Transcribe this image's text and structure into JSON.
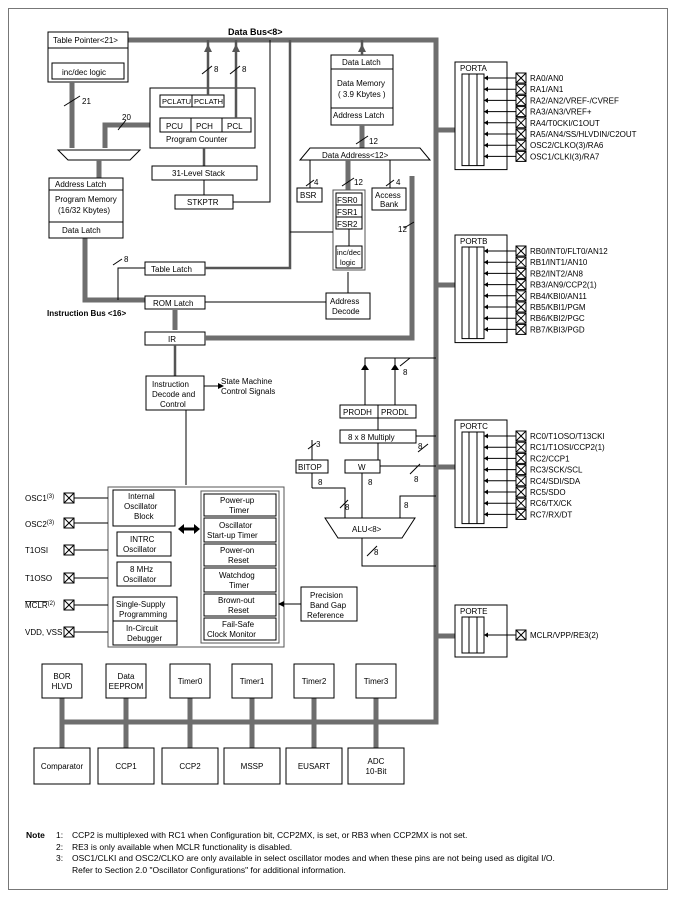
{
  "buses": {
    "data_bus": "Data Bus<8>",
    "instruction_bus": "Instruction Bus <16>",
    "data_address": "Data Address<12>"
  },
  "width_labels": {
    "w8": "8",
    "w20": "20",
    "w21": "21",
    "w12": "12",
    "w4": "4",
    "w3": "3"
  },
  "blocks": {
    "table_pointer": "Table Pointer<21>",
    "inc_dec_logic": "inc/dec logic",
    "pclatu": "PCLATU",
    "pclath": "PCLATH",
    "pcu": "PCU",
    "pch": "PCH",
    "pcl": "PCL",
    "program_counter": "Program Counter",
    "stack": "31-Level Stack",
    "stkptr": "STKPTR",
    "pm_address_latch": "Address Latch",
    "program_memory_1": "Program Memory",
    "program_memory_2": "(16/32 Kbytes)",
    "pm_data_latch": "Data Latch",
    "dm_data_latch": "Data Latch",
    "data_memory_1": "Data Memory",
    "data_memory_2": "( 3.9 Kbytes )",
    "dm_address_latch": "Address Latch",
    "bsr": "BSR",
    "fsr0": "FSR0",
    "fsr1": "FSR1",
    "fsr2": "FSR2",
    "incdec_1": "inc/dec",
    "incdec_2": "logic",
    "access_bank_1": "Access",
    "access_bank_2": "Bank",
    "table_latch": "Table Latch",
    "rom_latch": "ROM Latch",
    "address_decode_1": "Address",
    "address_decode_2": "Decode",
    "ir": "IR",
    "instr_decode_1": "Instruction",
    "instr_decode_2": "Decode and",
    "instr_decode_3": "Control",
    "state_machine_1": "State Machine",
    "state_machine_2": "Control Signals",
    "prodh": "PRODH",
    "prodl": "PRODL",
    "multiply": "8 x 8 Multiply",
    "bitop": "BITOP",
    "w": "W",
    "alu": "ALU<8>",
    "internal_osc_1": "Internal",
    "internal_osc_2": "Oscillator",
    "internal_osc_3": "Block",
    "intrc_1": "INTRC",
    "intrc_2": "Oscillator",
    "mhz8_1": "8 MHz",
    "mhz8_2": "Oscillator",
    "single_supply_1": "Single-Supply",
    "single_supply_2": "Programming",
    "icd_1": "In-Circuit",
    "icd_2": "Debugger",
    "powerup_1": "Power-up",
    "powerup_2": "Timer",
    "ost_1": "Oscillator",
    "ost_2": "Start-up Timer",
    "por_1": "Power-on",
    "por_2": "Reset",
    "wdt_1": "Watchdog",
    "wdt_2": "Timer",
    "bor_1": "Brown-out",
    "bor_2": "Reset",
    "fscm_1": "Fail-Safe",
    "fscm_2": "Clock Monitor",
    "bandgap_1": "Precision",
    "bandgap_2": "Band Gap",
    "bandgap_3": "Reference"
  },
  "osc_pins": {
    "osc1": "OSC1",
    "osc1_sup": "(3)",
    "osc2": "OSC2",
    "osc2_sup": "(3)",
    "t1osi": "T1OSI",
    "t1oso": "T1OSO",
    "mclr": "MCLR",
    "mclr_sup": "(2)",
    "vdd_vss": "VDD, VSS"
  },
  "ports": {
    "porta": {
      "name": "PORTA",
      "pins": [
        "RA0/AN0",
        "RA1/AN1",
        "RA2/AN2/VREF-/CVREF",
        "RA3/AN3/VREF+",
        "RA4/T0CKI/C1OUT",
        "RA5/AN4/SS/HLVDIN/C2OUT",
        "OSC2/CLKO(3)/RA6",
        "OSC1/CLKI(3)/RA7"
      ]
    },
    "portb": {
      "name": "PORTB",
      "pins": [
        "RB0/INT0/FLT0/AN12",
        "RB1/INT1/AN10",
        "RB2/INT2/AN8",
        "RB3/AN9/CCP2(1)",
        "RB4/KBI0/AN11",
        "RB5/KBI1/PGM",
        "RB6/KBI2/PGC",
        "RB7/KBI3/PGD"
      ]
    },
    "portc": {
      "name": "PORTC",
      "pins": [
        "RC0/T1OSO/T13CKI",
        "RC1/T1OSI/CCP2(1)",
        "RC2/CCP1",
        "RC3/SCK/SCL",
        "RC4/SDI/SDA",
        "RC5/SDO",
        "RC6/TX/CK",
        "RC7/RX/DT"
      ]
    },
    "porte": {
      "name": "PORTE",
      "pins": [
        "MCLR/VPP/RE3(2)"
      ]
    }
  },
  "peripherals_top": [
    {
      "line1": "BOR",
      "line2": "HLVD"
    },
    {
      "line1": "Data",
      "line2": "EEPROM"
    },
    {
      "line1": "Timer0",
      "line2": ""
    },
    {
      "line1": "Timer1",
      "line2": ""
    },
    {
      "line1": "Timer2",
      "line2": ""
    },
    {
      "line1": "Timer3",
      "line2": ""
    }
  ],
  "peripherals_bottom": [
    {
      "line1": "Comparator",
      "line2": ""
    },
    {
      "line1": "CCP1",
      "line2": ""
    },
    {
      "line1": "CCP2",
      "line2": ""
    },
    {
      "line1": "MSSP",
      "line2": ""
    },
    {
      "line1": "EUSART",
      "line2": ""
    },
    {
      "line1": "ADC",
      "line2": "10-Bit"
    }
  ],
  "notes": {
    "heading": "Note",
    "n1_num": "1:",
    "n1": "CCP2 is multiplexed with RC1 when Configuration bit, CCP2MX, is set, or RB3 when CCP2MX is not set.",
    "n2_num": "2:",
    "n2": "RE3 is only available when MCLR functionality is disabled.",
    "n3_num": "3:",
    "n3a": "OSC1/CLKI and OSC2/CLKO are only available in select oscillator modes and when these pins are not being used as digital I/O.",
    "n3b": "Refer to Section 2.0 \"Oscillator Configurations\" for additional information."
  }
}
